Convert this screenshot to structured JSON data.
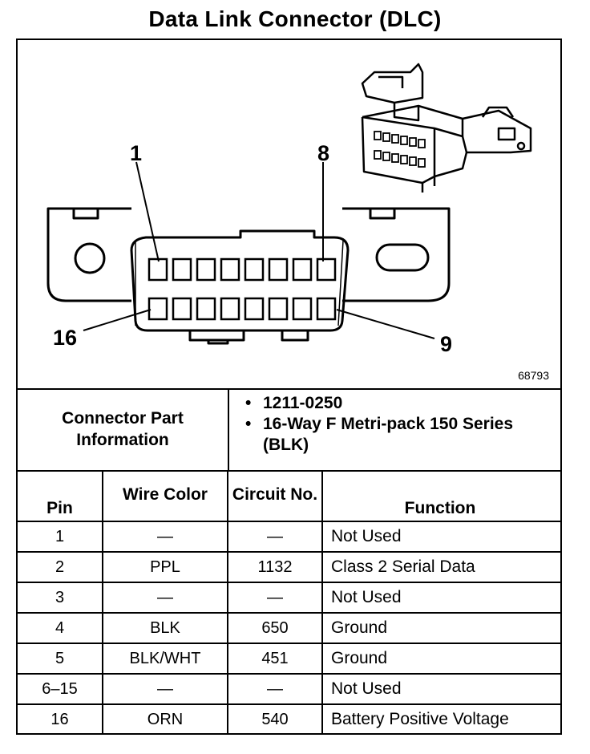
{
  "title": "Data Link Connector (DLC)",
  "figure": {
    "figure_code": "68793",
    "pin_callouts": [
      "1",
      "8",
      "16",
      "9"
    ]
  },
  "connector_info": {
    "label": "Connector Part Information",
    "items": [
      "1211-0250",
      "16-Way F Metri-pack 150 Series (BLK)"
    ]
  },
  "table": {
    "headers": {
      "pin": "Pin",
      "wire_color": "Wire Color",
      "circuit_no": "Circuit No.",
      "function": "Function"
    },
    "rows": [
      {
        "pin": "1",
        "wire_color": "—",
        "circuit_no": "—",
        "function": "Not Used"
      },
      {
        "pin": "2",
        "wire_color": "PPL",
        "circuit_no": "1132",
        "function": "Class 2 Serial Data"
      },
      {
        "pin": "3",
        "wire_color": "—",
        "circuit_no": "—",
        "function": "Not Used"
      },
      {
        "pin": "4",
        "wire_color": "BLK",
        "circuit_no": "650",
        "function": "Ground"
      },
      {
        "pin": "5",
        "wire_color": "BLK/WHT",
        "circuit_no": "451",
        "function": "Ground"
      },
      {
        "pin": "6–15",
        "wire_color": "—",
        "circuit_no": "—",
        "function": "Not Used"
      },
      {
        "pin": "16",
        "wire_color": "ORN",
        "circuit_no": "540",
        "function": "Battery Positive Voltage"
      }
    ]
  }
}
